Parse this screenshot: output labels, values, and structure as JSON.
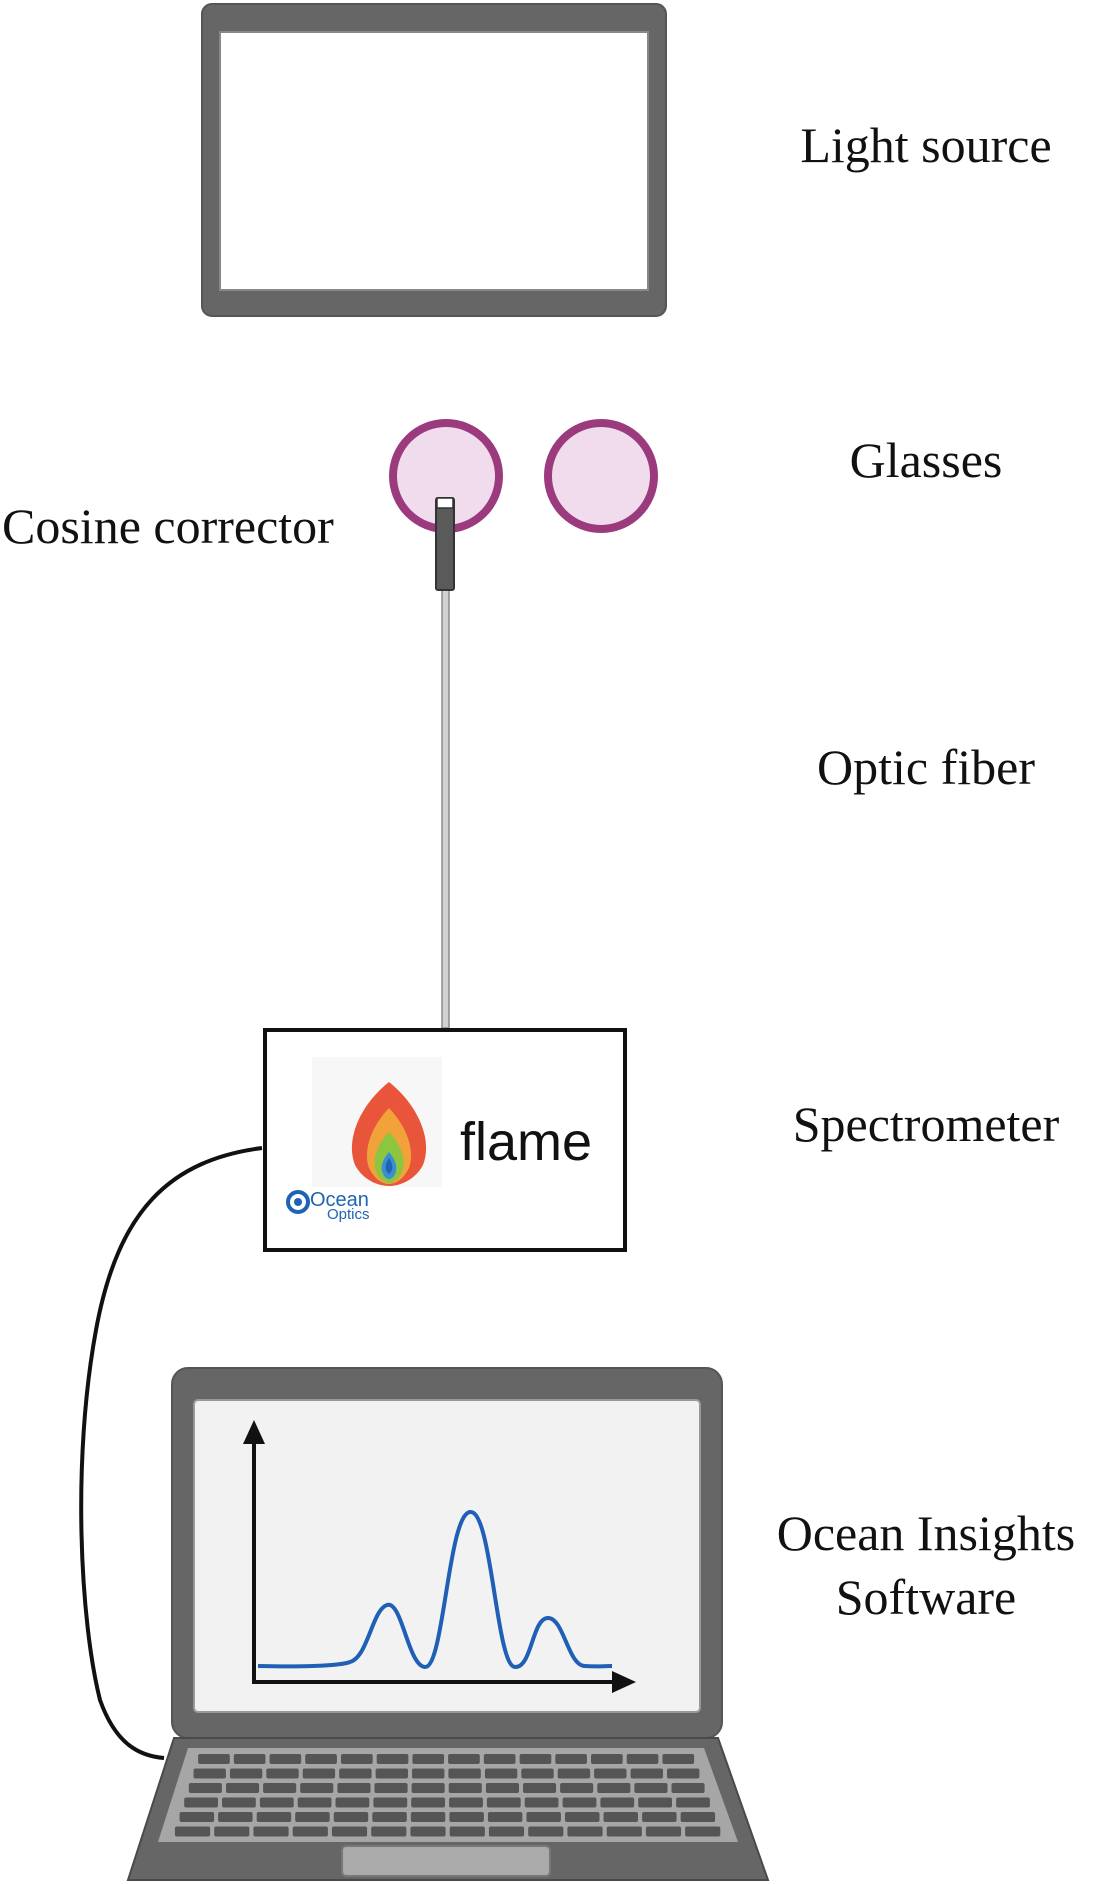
{
  "labels": {
    "light_source": "Light source",
    "glasses": "Glasses",
    "cosine_corrector": "Cosine corrector",
    "optic_fiber": "Optic fiber",
    "spectrometer": "Spectrometer",
    "software_line1": "Ocean Insights",
    "software_line2": "Software"
  },
  "spectrometer": {
    "brand": "flame",
    "logo_line1": "Ocean",
    "logo_line2": "Optics"
  },
  "colors": {
    "device_gray": "#666666",
    "lens_fill": "#f0dcec",
    "lens_rim": "#9b3a7d",
    "spectrum_line": "#1f5fb5"
  }
}
